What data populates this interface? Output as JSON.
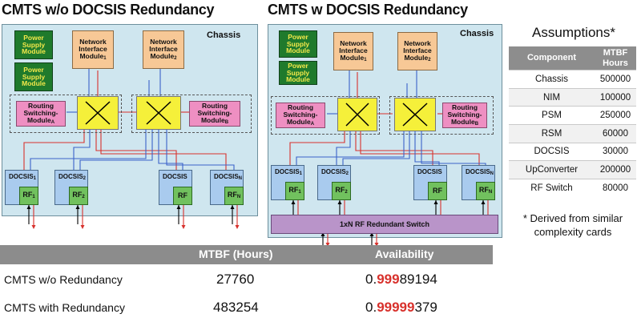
{
  "left_title": "CMTS w/o DOCSIS Redundancy",
  "right_title": "CMTS w DOCSIS Redundancy",
  "chassis_label": "Chassis",
  "modules": {
    "psm_line1": "Power",
    "psm_line2": "Supply",
    "psm_line3": "Module",
    "nim_line1": "Network",
    "nim_line2": "Interface",
    "nim_line3": "Module",
    "nim_sub_1": "1",
    "nim_sub_2": "2",
    "rsm_line1": "Routing",
    "rsm_line2": "Switching-",
    "rsm_line3": "Module",
    "rsm_sub_a": "A",
    "rsm_sub_b": "B",
    "docsis": "DOCSIS",
    "docsis_sub_1": "1",
    "docsis_sub_2": "2",
    "docsis_sub_n": "N",
    "rf": "RF",
    "rf_sub_1": "1",
    "rf_sub_2": "2",
    "rf_sub_n": "N",
    "rf_switch": "1xN RF Redundant Switch"
  },
  "assumptions": {
    "title": "Assumptions*",
    "headers": [
      "Component",
      "MTBF Hours"
    ],
    "rows": [
      [
        "Chassis",
        "500000"
      ],
      [
        "NIM",
        "100000"
      ],
      [
        "PSM",
        "250000"
      ],
      [
        "RSM",
        "60000"
      ],
      [
        "DOCSIS",
        "30000"
      ],
      [
        "UpConverter",
        "200000"
      ],
      [
        "RF Switch",
        "80000"
      ]
    ],
    "note": "* Derived from similar complexity cards"
  },
  "results": {
    "headers": [
      "MTBF (Hours)",
      "Availability"
    ],
    "rows": [
      {
        "label": "CMTS w/o Redundancy",
        "mtbf": "27760",
        "avail_prefix": "0.",
        "avail_red": "999",
        "avail_rest": "89194"
      },
      {
        "label": "CMTS with Redundancy",
        "mtbf": "483254",
        "avail_prefix": "0.",
        "avail_red": "99999",
        "avail_rest": "379"
      }
    ]
  },
  "colors": {
    "chassis_bg": "#cfe6ef",
    "power_supply": "#1f7a2c",
    "network_interface": "#f7c896",
    "routing_switching": "#ee8fc2",
    "crossbar": "#f5f03a",
    "docsis": "#a9cbee",
    "rf": "#71c15e",
    "rf_switch": "#b994c9",
    "wire_red": "#d8312c",
    "wire_blue": "#3b62c9",
    "highlight": "#d8312c"
  }
}
